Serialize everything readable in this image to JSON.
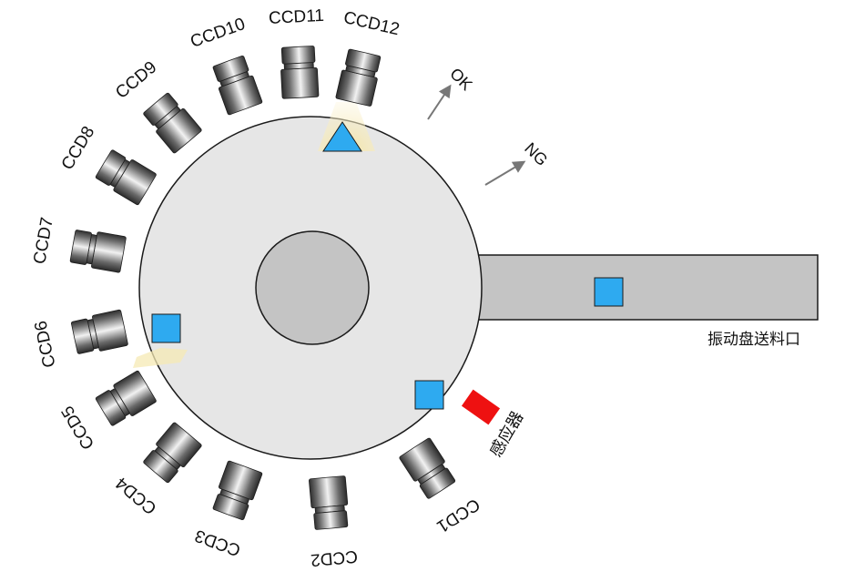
{
  "colors": {
    "background": "#ffffff",
    "turntable": "#e6e6e6",
    "hub": "#c4c4c4",
    "feeder": "#c4c4c4",
    "outline": "#1a1a1a",
    "part": "#2eaaf0",
    "sensor": "#ee1111",
    "light_beam": "#f6eab4",
    "arrow": "#777777"
  },
  "feeder": {
    "label": "振动盘送料口",
    "icon": "vibratory-feeder-chute"
  },
  "sensor": {
    "label": "感应器",
    "icon": "red-sensor-block"
  },
  "outputs": [
    {
      "id": "ok",
      "label": "OK",
      "icon": "arrow-icon"
    },
    {
      "id": "ng",
      "label": "NG",
      "icon": "arrow-icon"
    }
  ],
  "cameras": [
    {
      "id": "ccd1",
      "label": "CCD1"
    },
    {
      "id": "ccd2",
      "label": "CCD2"
    },
    {
      "id": "ccd3",
      "label": "CCD3"
    },
    {
      "id": "ccd4",
      "label": "CCD4"
    },
    {
      "id": "ccd5",
      "label": "CCD5"
    },
    {
      "id": "ccd6",
      "label": "CCD6"
    },
    {
      "id": "ccd7",
      "label": "CCD7"
    },
    {
      "id": "ccd8",
      "label": "CCD8"
    },
    {
      "id": "ccd9",
      "label": "CCD9"
    },
    {
      "id": "ccd10",
      "label": "CCD10"
    },
    {
      "id": "ccd11",
      "label": "CCD11"
    },
    {
      "id": "ccd12",
      "label": "CCD12"
    }
  ],
  "parts": [
    {
      "id": "feeder-part",
      "shape": "square"
    },
    {
      "id": "sensor-part",
      "shape": "square"
    },
    {
      "id": "ccd6-part",
      "shape": "square"
    },
    {
      "id": "ccd12-part",
      "shape": "triangle"
    }
  ]
}
